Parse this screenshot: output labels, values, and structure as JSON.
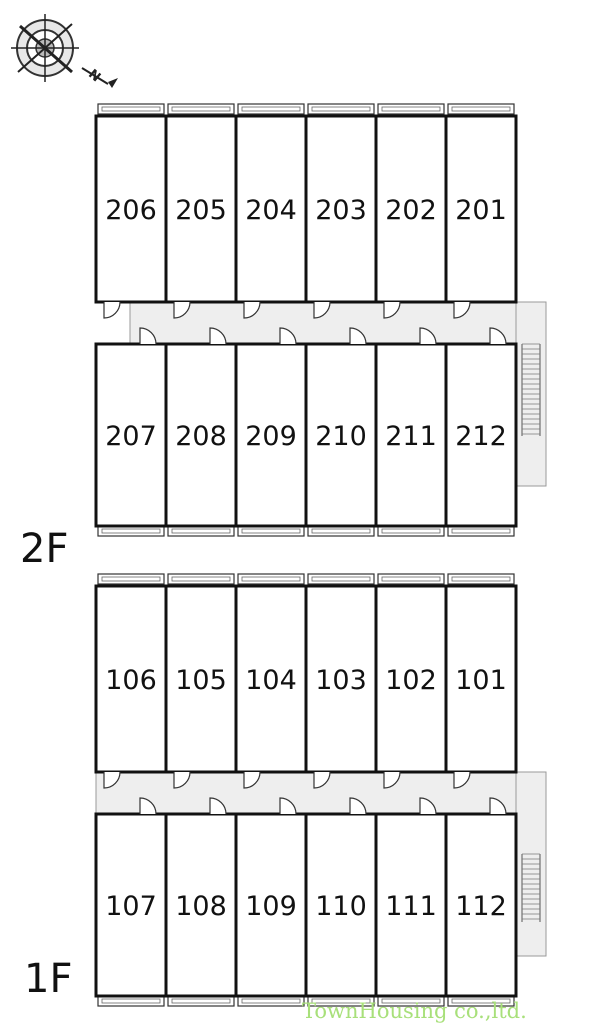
{
  "compass": {
    "north_label": "N"
  },
  "floors": [
    {
      "id": "2F",
      "label": "2F",
      "top_rooms": [
        "206",
        "205",
        "204",
        "203",
        "202",
        "201"
      ],
      "bottom_rooms": [
        "207",
        "208",
        "209",
        "210",
        "211",
        "212"
      ]
    },
    {
      "id": "1F",
      "label": "1F",
      "top_rooms": [
        "106",
        "105",
        "104",
        "103",
        "102",
        "101"
      ],
      "bottom_rooms": [
        "107",
        "108",
        "109",
        "110",
        "111",
        "112"
      ]
    }
  ],
  "watermark": "TownHousing co.,ltd.",
  "colors": {
    "corridor": "#eeeeee",
    "wall": "#111111",
    "watermark": "#a8e07a"
  }
}
